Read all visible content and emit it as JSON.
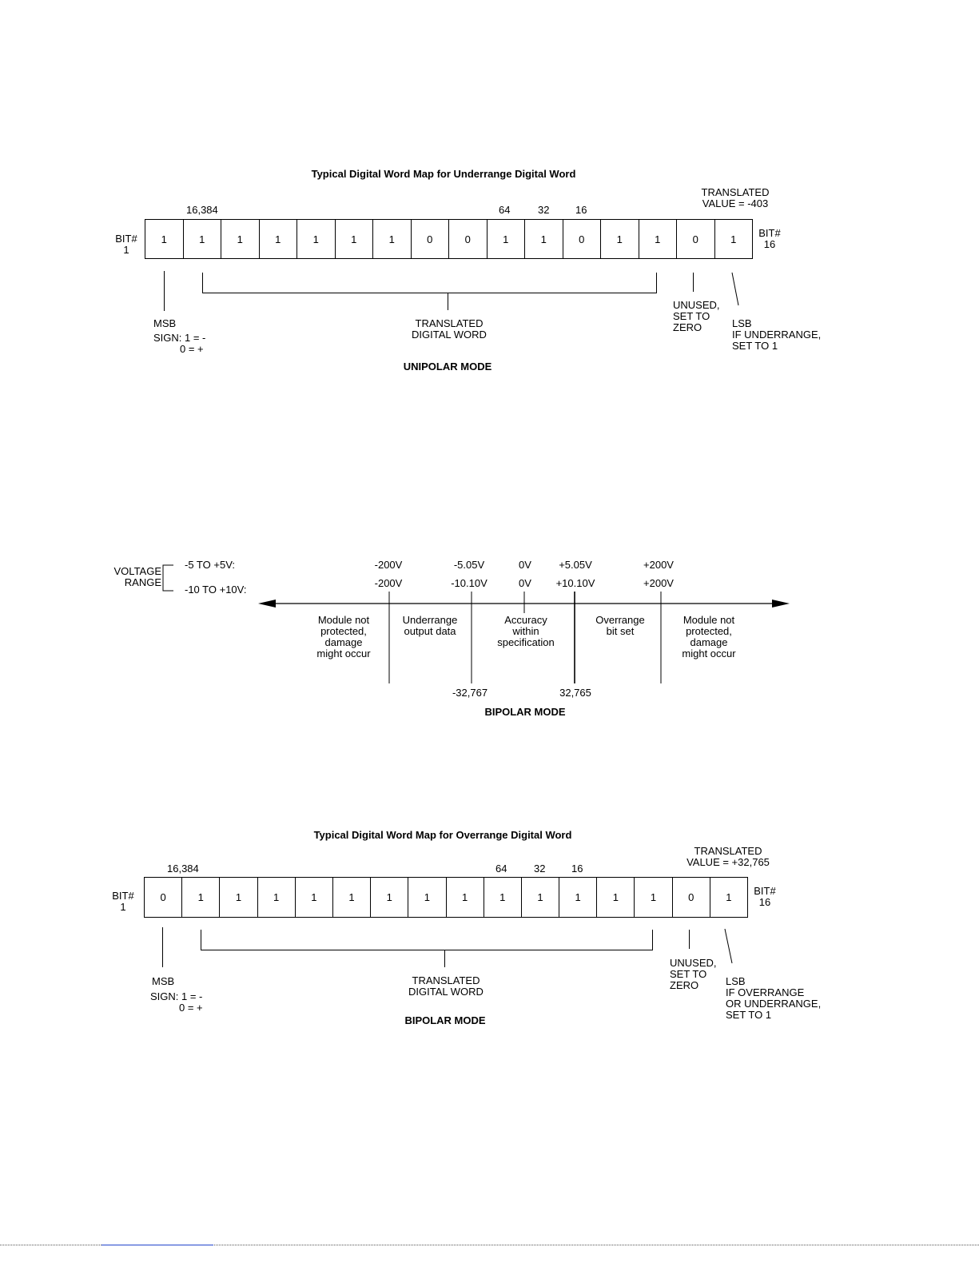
{
  "unipolar": {
    "title": "Typical Digital Word Map for Underrange Digital Word",
    "weight_labels": [
      "16,384",
      "64",
      "32",
      "16"
    ],
    "translated_value": [
      "TRANSLATED",
      "VALUE = -403"
    ],
    "bit_first": [
      "BIT#",
      "1"
    ],
    "bit_last": [
      "BIT#",
      "16"
    ],
    "bits": [
      "1",
      "1",
      "1",
      "1",
      "1",
      "1",
      "1",
      "0",
      "0",
      "1",
      "1",
      "0",
      "1",
      "1",
      "0",
      "1"
    ],
    "msb": "MSB",
    "sign": [
      "SIGN: 1 = -",
      "0 = +"
    ],
    "translated_word": [
      "TRANSLATED",
      "DIGITAL WORD"
    ],
    "unused": [
      "UNUSED,",
      "SET TO",
      "ZERO"
    ],
    "lsb": [
      "LSB",
      "IF UNDERRANGE,",
      "SET TO 1"
    ],
    "mode": "UNIPOLAR MODE"
  },
  "voltage": {
    "range_label": [
      "VOLTAGE",
      "RANGE"
    ],
    "range_5": "-5 TO +5V:",
    "range_10": "-10 TO +10V:",
    "top_labels_5": [
      "-200V",
      "-5.05V",
      "0V",
      "+5.05V",
      "+200V"
    ],
    "top_labels_10": [
      "-200V",
      "-10.10V",
      "0V",
      "+10.10V",
      "+200V"
    ],
    "regions": [
      [
        "Module not",
        "protected,",
        "damage",
        "might occur"
      ],
      [
        "Underrange",
        "output data"
      ],
      [
        "Accuracy",
        "within",
        "specification"
      ],
      [
        "Overrange",
        "bit set"
      ],
      [
        "Module not",
        "protected,",
        "damage",
        "might occur"
      ]
    ],
    "bottom_labels": [
      "-32,767",
      "32,765"
    ],
    "mode": "BIPOLAR MODE"
  },
  "bipolar": {
    "title": "Typical Digital Word Map for Overrange Digital Word",
    "weight_labels": [
      "16,384",
      "64",
      "32",
      "16"
    ],
    "translated_value": [
      "TRANSLATED",
      "VALUE = +32,765"
    ],
    "bit_first": [
      "BIT#",
      "1"
    ],
    "bit_last": [
      "BIT#",
      "16"
    ],
    "bits": [
      "0",
      "1",
      "1",
      "1",
      "1",
      "1",
      "1",
      "1",
      "1",
      "1",
      "1",
      "1",
      "1",
      "1",
      "0",
      "1"
    ],
    "msb": "MSB",
    "sign": [
      "SIGN: 1 = -",
      "0 = +"
    ],
    "translated_word": [
      "TRANSLATED",
      "DIGITAL WORD"
    ],
    "unused": [
      "UNUSED,",
      "SET TO",
      "ZERO"
    ],
    "lsb": [
      "LSB",
      "IF OVERRANGE",
      "OR UNDERRANGE,",
      "SET TO 1"
    ],
    "mode": "BIPOLAR MODE"
  }
}
